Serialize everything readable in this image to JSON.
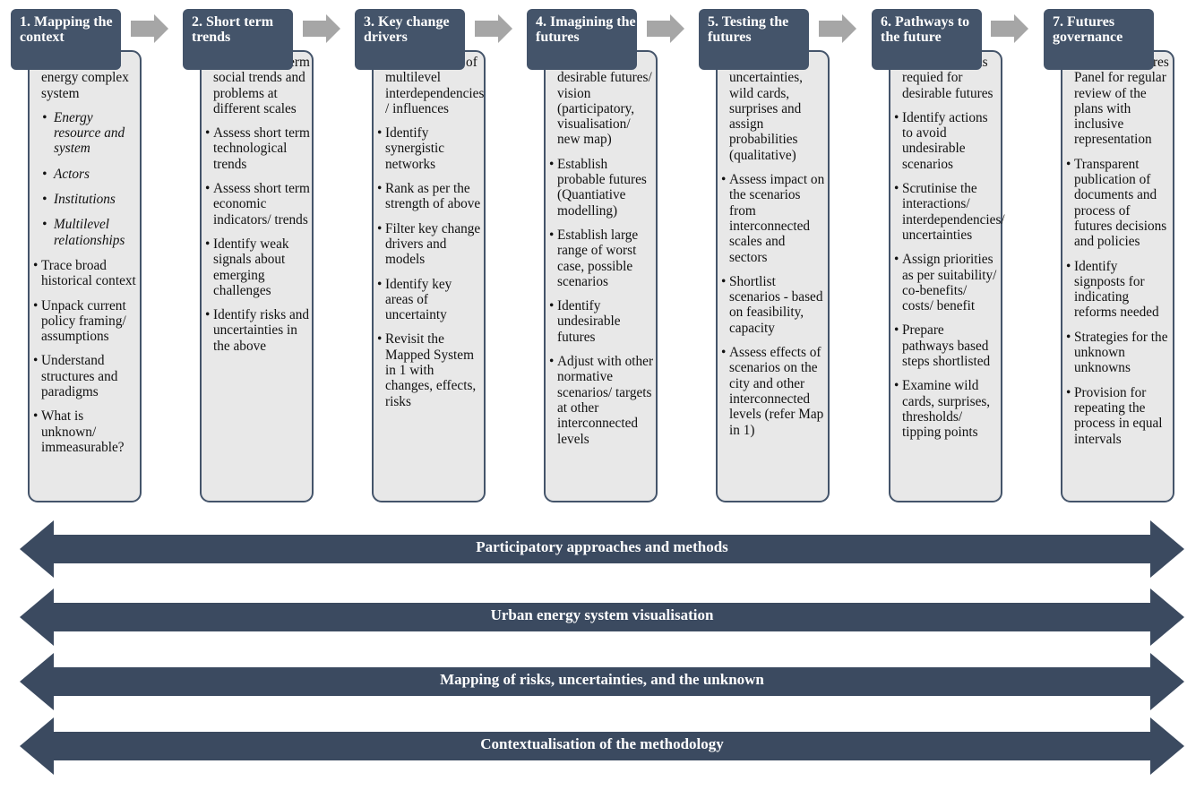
{
  "colors": {
    "header": "#44546a",
    "card_bg": "#e8e8e8",
    "band": "#3b4a60",
    "chevron": "#a6a6a6"
  },
  "stages": [
    {
      "title": "1. Mapping the context",
      "items": [
        {
          "text": "Map the urban energy complex system",
          "sub": false
        },
        {
          "text": "Energy resource and system",
          "sub": true
        },
        {
          "text": "Actors",
          "sub": true
        },
        {
          "text": "Institutions",
          "sub": true
        },
        {
          "text": "Multilevel relationships",
          "sub": true
        },
        {
          "text": "Trace broad historical context",
          "sub": false
        },
        {
          "text": "Unpack current policy framing/ assumptions",
          "sub": false
        },
        {
          "text": "Understand structures and paradigms",
          "sub": false
        },
        {
          "text": " What is unknown/ immeasurable?",
          "sub": false
        }
      ]
    },
    {
      "title": "2. Short term trends",
      "items": [
        {
          "text": "Assess short term social trends and problems at different scales",
          "sub": false
        },
        {
          "text": "Assess short term technological trends",
          "sub": false
        },
        {
          "text": "Assess short term economic indicators/ trends",
          "sub": false
        },
        {
          "text": "Identify weak signals about emerging challenges",
          "sub": false
        },
        {
          "text": "Identify risks and uncertainties in the above",
          "sub": false
        }
      ]
    },
    {
      "title": "3. Key change drivers",
      "items": [
        {
          "text": "Identify range of multilevel interdependencies / influences",
          "sub": false
        },
        {
          "text": "Identify synergistic networks",
          "sub": false
        },
        {
          "text": "Rank as per the strength of above",
          "sub": false
        },
        {
          "text": "Filter key change drivers and models",
          "sub": false
        },
        {
          "text": "Identify key areas of uncertainty",
          "sub": false
        },
        {
          "text": "Revisit the Mapped System in 1 with changes, effects, risks",
          "sub": false
        }
      ]
    },
    {
      "title": "4. Imagining the futures",
      "items": [
        {
          "text": "Develop desirable futures/ vision (participatory, visualisation/ new map)",
          "sub": false
        },
        {
          "text": "Establish probable futures (Quantiative modelling)",
          "sub": false
        },
        {
          "text": "Establish large range of worst case, possible scenarios",
          "sub": false
        },
        {
          "text": "Identify undesirable futures",
          "sub": false
        },
        {
          "text": "Adjust with other normative scenarios/ targets at other interconnected levels",
          "sub": false
        }
      ]
    },
    {
      "title": "5. Testing the futures",
      "items": [
        {
          "text": "Examine uncertainties, wild cards, surprises and assign probabilities (qualitative)",
          "sub": false
        },
        {
          "text": "Assess impact on the scenarios from interconnected scales and sectors",
          "sub": false
        },
        {
          "text": "Shortlist scenarios - based on feasibility, capacity",
          "sub": false
        },
        {
          "text": "Assess effects of scenarios on the city and other interconnected levels (refer Map in 1)",
          "sub": false
        }
      ]
    },
    {
      "title": "6. Pathways to the future",
      "items": [
        {
          "text": "Identify actions requied for desirable futures",
          "sub": false
        },
        {
          "text": "Identify actions to avoid undesirable scenarios",
          "sub": false
        },
        {
          "text": "Scrutinise the interactions/ interdependencies/ uncertainties",
          "sub": false
        },
        {
          "text": "Assign priorities as per suitability/ co-benefits/ costs/ benefit",
          "sub": false
        },
        {
          "text": "Prepare pathways based steps shortlisted",
          "sub": false
        },
        {
          "text": "Examine wild cards, surprises, thresholds/ tipping points",
          "sub": false
        }
      ]
    },
    {
      "title": "7. Futures governance",
      "items": [
        {
          "text": "Establish Futures Panel for regular review of the plans with inclusive representation",
          "sub": false
        },
        {
          "text": "Transparent publication of documents and process of futures decisions and policies",
          "sub": false
        },
        {
          "text": "Identify signposts for indicating reforms needed",
          "sub": false
        },
        {
          "text": "Strategies for the unknown unknowns",
          "sub": false
        },
        {
          "text": "Provision for repeating the process in equal intervals",
          "sub": false
        }
      ]
    }
  ],
  "bands": [
    {
      "label": "Participatory approaches and methods"
    },
    {
      "label": "Urban energy system visualisation"
    },
    {
      "label": "Mapping of risks, uncertainties, and the unknown"
    },
    {
      "label": "Contextualisation of the methodology"
    }
  ]
}
